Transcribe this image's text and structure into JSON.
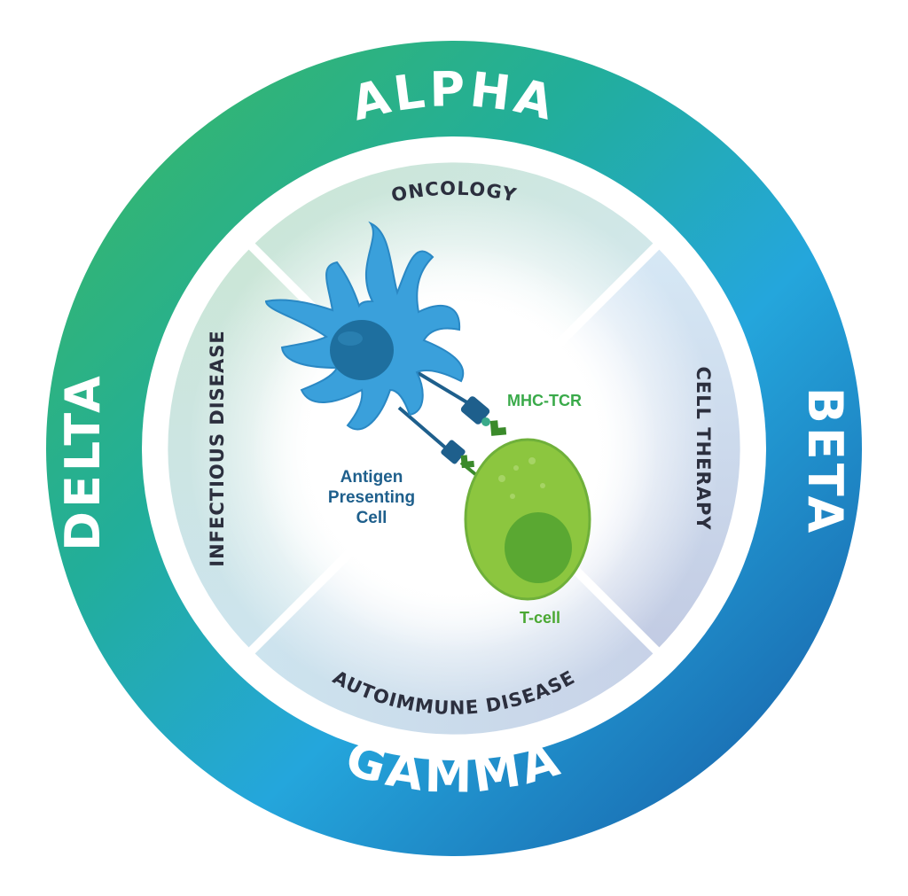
{
  "ring": {
    "top": "ALPHA",
    "right": "BETA",
    "bottom": "GAMMA",
    "left": "DELTA"
  },
  "sectors": {
    "top": "ONCOLOGY",
    "right": "CELL THERAPY",
    "bottom": "AUTOIMMUNE DISEASE",
    "left": "INFECTIOUS DISEASE"
  },
  "cells": {
    "apc_line1": "Antigen",
    "apc_line2": "Presenting",
    "apc_line3": "Cell",
    "interaction": "MHC-TCR",
    "tcell": "T-cell"
  },
  "colors": {
    "ring_green": "#2bb673",
    "ring_teal": "#26a9c6",
    "ring_blue": "#1e5fa8",
    "apc_blue": "#3aa0db",
    "apc_nucleus": "#1e6f9f",
    "tcell_green": "#8cc63f",
    "tcell_nucleus": "#5aa832",
    "sector_text": "#2c2f3e",
    "apc_text": "#1e5f8c",
    "mhc_text": "#3aaa4a",
    "tcell_text": "#4aa832"
  },
  "icons": [
    "apc-cell-icon",
    "t-cell-icon",
    "mhc-receptor-icon",
    "tcr-receptor-icon"
  ]
}
